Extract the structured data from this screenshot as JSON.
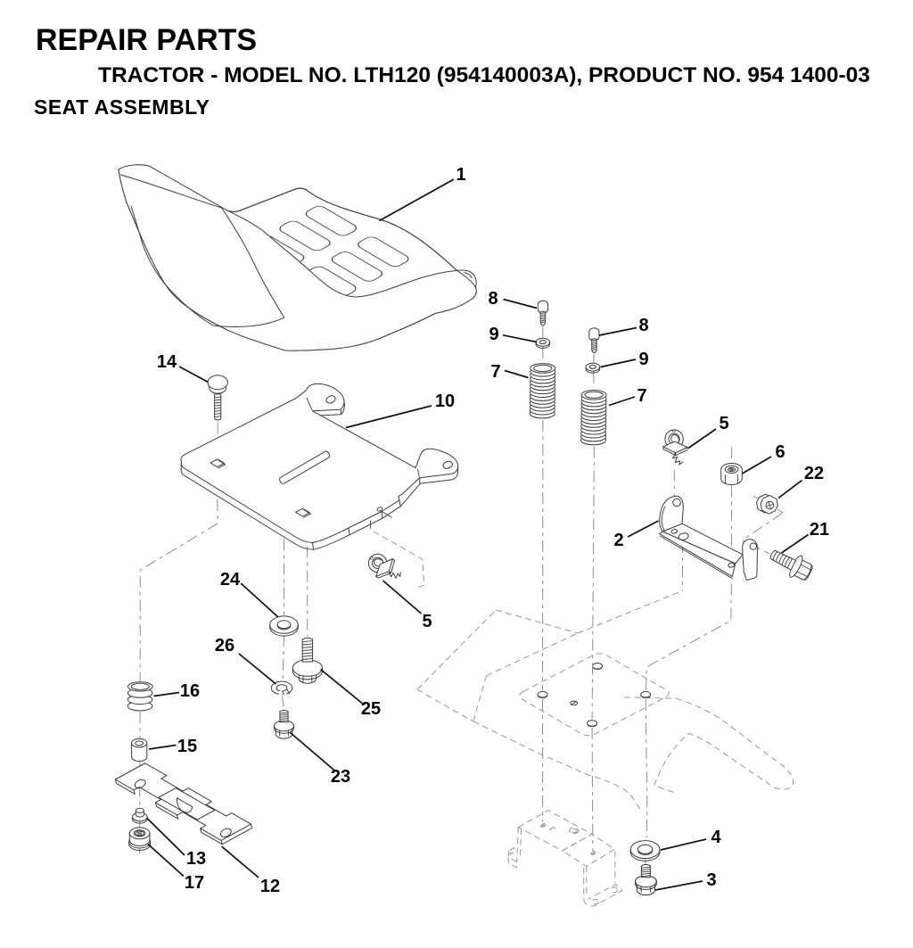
{
  "header": {
    "title": "REPAIR PARTS",
    "subtitle": "TRACTOR - MODEL NO. LTH120 (954140003A), PRODUCT NO. 954 1400-03",
    "section": "SEAT ASSEMBLY"
  },
  "diagram": {
    "type": "exploded-parts-diagram",
    "callouts": [
      {
        "label": "1",
        "text": [
          517,
          196
        ],
        "leader": [
          509,
          201,
          425.5,
          247.5
        ]
      },
      {
        "label": "2",
        "text": [
          694,
          606
        ],
        "leader": [
          704,
          602,
          738.5,
          584
        ]
      },
      {
        "label": "3",
        "text": [
          798,
          987
        ],
        "leader": [
          788,
          988,
          735,
          998
        ]
      },
      {
        "label": "4",
        "text": [
          803,
          939
        ],
        "leader": [
          792,
          941,
          741,
          953
        ]
      },
      {
        "label": "5",
        "text": [
          479,
          697
        ],
        "leader": [
          472.5,
          688,
          429.5,
          651
        ]
      },
      {
        "label": "5",
        "text": [
          812,
          475
        ],
        "leader": [
          803,
          481,
          772,
          502.5
        ]
      },
      {
        "label": "6",
        "text": [
          875,
          507
        ],
        "leader": [
          865,
          512,
          832.5,
          531
        ]
      },
      {
        "label": "7",
        "text": [
          556,
          417
        ],
        "leader": [
          566,
          415.5,
          592.5,
          423.5
        ]
      },
      {
        "label": "7",
        "text": [
          720,
          444
        ],
        "leader": [
          712,
          445,
          683,
          454.5
        ]
      },
      {
        "label": "8",
        "text": [
          553,
          335
        ],
        "leader": [
          564.5,
          335.5,
          602,
          345.5
        ]
      },
      {
        "label": "8",
        "text": [
          722,
          365
        ],
        "leader": [
          714,
          367.5,
          672,
          376
        ]
      },
      {
        "label": "9",
        "text": [
          554,
          375
        ],
        "leader": [
          564,
          375.8,
          602,
          383.5
        ]
      },
      {
        "label": "9",
        "text": [
          722,
          403
        ],
        "leader": [
          713,
          403,
          673.5,
          411.5
        ]
      },
      {
        "label": "10",
        "text": [
          499,
          450
        ],
        "leader": [
          484,
          455,
          388,
          479.5
        ]
      },
      {
        "label": "12",
        "text": [
          303,
          994
        ],
        "leader": [
          290,
          984,
          248.5,
          949
        ]
      },
      {
        "label": "13",
        "text": [
          220,
          963
        ],
        "leader": [
          207,
          959,
          165,
          917.5
        ]
      },
      {
        "label": "14",
        "text": [
          187,
          406
        ],
        "leader": [
          201,
          411,
          233.5,
          428.5
        ]
      },
      {
        "label": "15",
        "text": [
          210,
          837
        ],
        "leader": [
          197.5,
          835.5,
          167,
          840
        ]
      },
      {
        "label": "16",
        "text": [
          213,
          775
        ],
        "leader": [
          201,
          776.5,
          172.5,
          780.5
        ]
      },
      {
        "label": "17",
        "text": [
          218,
          990
        ],
        "leader": [
          206,
          982.5,
          166,
          946.5
        ]
      },
      {
        "label": "21",
        "text": [
          919,
          594
        ],
        "leader": [
          906.5,
          599.5,
          876.5,
          620
        ]
      },
      {
        "label": "22",
        "text": [
          913,
          531
        ],
        "leader": [
          899.5,
          538.5,
          873,
          558.5
        ]
      },
      {
        "label": "23",
        "text": [
          382,
          871
        ],
        "leader": [
          376.5,
          865,
          325.5,
          821.5
        ]
      },
      {
        "label": "24",
        "text": [
          258,
          650
        ],
        "leader": [
          270,
          654,
          312,
          692
        ]
      },
      {
        "label": "25",
        "text": [
          416,
          795
        ],
        "leader": [
          408,
          790,
          359.5,
          750.5
        ]
      },
      {
        "label": "26",
        "text": [
          252,
          724
        ],
        "leader": [
          268,
          733,
          309.5,
          767
        ]
      }
    ]
  },
  "colors": {
    "background": "#ffffff",
    "ink": "#000000",
    "part_line": "#3d3d3d",
    "hidden_line": "#979797"
  }
}
